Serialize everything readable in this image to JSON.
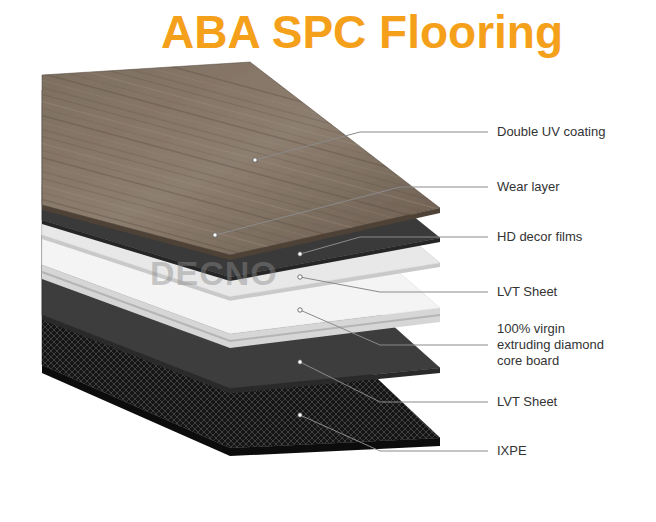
{
  "diagram": {
    "title": "ABA SPC Flooring",
    "labels": [
      "Double UV coating",
      "Wear layer",
      "HD decor films",
      "LVT Sheet",
      "100% virgin extruding diamond core board",
      "LVT Sheet",
      "IXPE",
      "DECNO"
    ]
  }
}
